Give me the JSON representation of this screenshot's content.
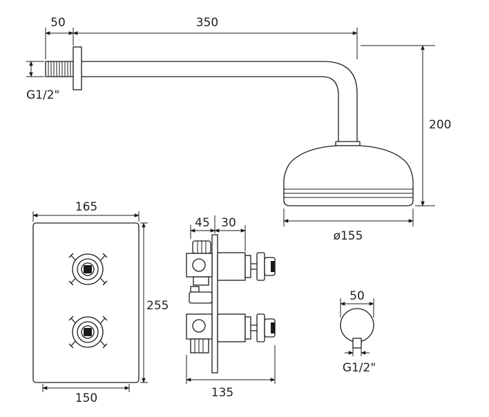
{
  "shower_arm": {
    "dims": {
      "inlet_length": "50",
      "arm_length": "350",
      "drop_height": "200",
      "head_diameter": "ø155"
    },
    "thread_label": "G1/2\""
  },
  "valve_front": {
    "dims": {
      "width_top": "165",
      "height": "255",
      "width_bottom": "150"
    }
  },
  "valve_side": {
    "dims": {
      "depth_rear": "45",
      "depth_front": "30",
      "total_depth": "135"
    }
  },
  "wall_outlet": {
    "dims": {
      "diameter": "50"
    },
    "thread_label": "G1/2\""
  }
}
